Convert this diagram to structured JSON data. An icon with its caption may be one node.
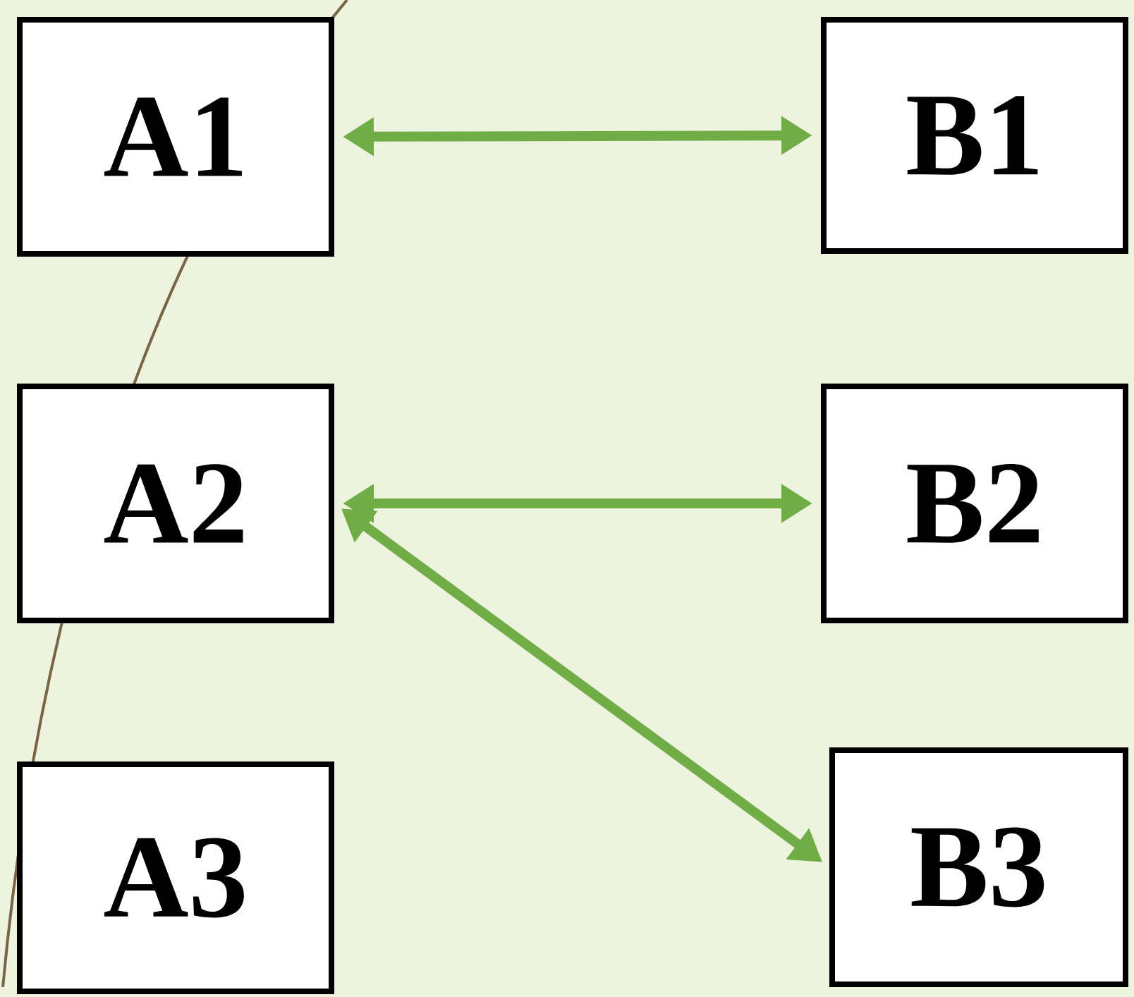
{
  "diagram": {
    "nodes": [
      {
        "text": [
          "A1"
        ]
      },
      {
        "text": [
          "B1"
        ]
      },
      {
        "text": [
          "A2"
        ]
      },
      {
        "text": [
          "B2"
        ]
      },
      {
        "text": [
          "A3"
        ]
      },
      {
        "text": [
          "B3"
        ]
      }
    ],
    "edges": [
      {
        "from": 0,
        "to": 1,
        "arrow": "both"
      },
      {
        "from": 2,
        "to": 3,
        "arrow": "both"
      },
      {
        "from": 2,
        "to": 5,
        "arrow": "both"
      }
    ]
  }
}
